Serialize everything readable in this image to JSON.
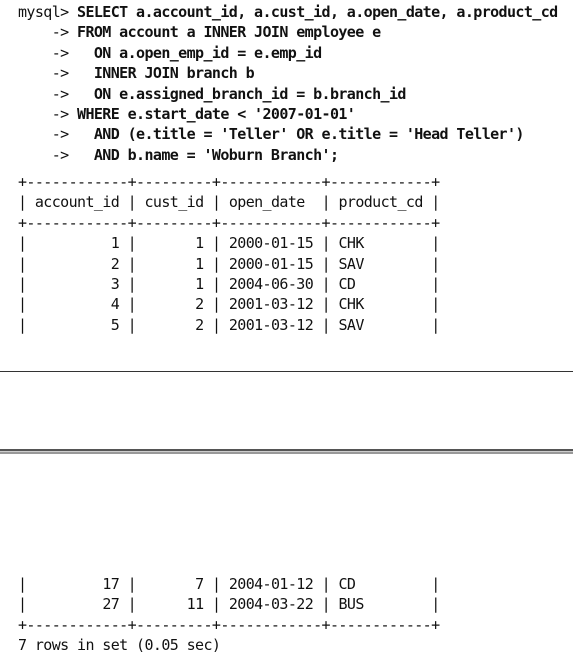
{
  "query": {
    "prompt": "mysql> ",
    "select": "SELECT a.account_id, a.cust_id, a.open_date, a.product_cd",
    "continuation_prompt": "    -> ",
    "lines": [
      "FROM account a INNER JOIN employee e",
      "  ON a.open_emp_id = e.emp_id",
      "  INNER JOIN branch b",
      "  ON e.assigned_branch_id = b.branch_id",
      "WHERE e.start_date < '2007-01-01'",
      "  AND (e.title = 'Teller' OR e.title = 'Head Teller')",
      "  AND b.name = 'Woburn Branch';"
    ]
  },
  "table": {
    "columns": [
      "account_id",
      "cust_id",
      "open_date",
      "product_cd"
    ],
    "rows_top": [
      [
        "1",
        "1",
        "2000-01-15",
        "CHK"
      ],
      [
        "2",
        "1",
        "2000-01-15",
        "SAV"
      ],
      [
        "3",
        "1",
        "2004-06-30",
        "CD"
      ],
      [
        "4",
        "2",
        "2001-03-12",
        "CHK"
      ],
      [
        "5",
        "2",
        "2001-03-12",
        "SAV"
      ]
    ],
    "rows_bottom": [
      [
        "17",
        "7",
        "2004-01-12",
        "CD"
      ],
      [
        "27",
        "11",
        "2004-03-22",
        "BUS"
      ]
    ],
    "footer": "7 rows in set (0.05 sec)"
  }
}
